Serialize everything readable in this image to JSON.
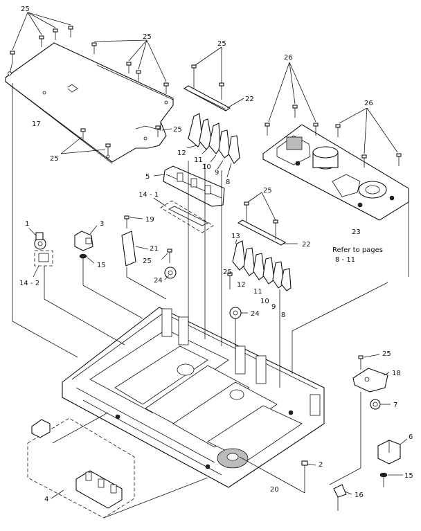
{
  "labels": [
    {
      "id": "l25a",
      "text": "25"
    },
    {
      "id": "l25b",
      "text": "25"
    },
    {
      "id": "l25c",
      "text": "25"
    },
    {
      "id": "l26a",
      "text": "26"
    },
    {
      "id": "l26b",
      "text": "26"
    },
    {
      "id": "l22a",
      "text": "22"
    },
    {
      "id": "l17",
      "text": "17"
    },
    {
      "id": "l25d",
      "text": "25"
    },
    {
      "id": "l25e",
      "text": "25"
    },
    {
      "id": "l12a",
      "text": "12"
    },
    {
      "id": "l11a",
      "text": "11"
    },
    {
      "id": "l10a",
      "text": "10"
    },
    {
      "id": "l9a",
      "text": "9"
    },
    {
      "id": "l8a",
      "text": "8"
    },
    {
      "id": "l5",
      "text": "5"
    },
    {
      "id": "l14_1",
      "text": "14 - 1"
    },
    {
      "id": "l25f",
      "text": "25"
    },
    {
      "id": "l23",
      "text": "23"
    },
    {
      "id": "lrefer1",
      "text": "Refer to pages"
    },
    {
      "id": "lrefer2",
      "text": "8 - 11"
    },
    {
      "id": "l22b",
      "text": "22"
    },
    {
      "id": "l1",
      "text": "1"
    },
    {
      "id": "l3",
      "text": "3"
    },
    {
      "id": "l19",
      "text": "19"
    },
    {
      "id": "l21",
      "text": "21"
    },
    {
      "id": "l15a",
      "text": "15"
    },
    {
      "id": "l14_2",
      "text": "14 - 2"
    },
    {
      "id": "l25g",
      "text": "25"
    },
    {
      "id": "l24a",
      "text": "24"
    },
    {
      "id": "l13",
      "text": "13"
    },
    {
      "id": "l25h",
      "text": "25"
    },
    {
      "id": "l12b",
      "text": "12"
    },
    {
      "id": "l11b",
      "text": "11"
    },
    {
      "id": "l10b",
      "text": "10"
    },
    {
      "id": "l9b",
      "text": "9"
    },
    {
      "id": "l8b",
      "text": "8"
    },
    {
      "id": "l24b",
      "text": "24"
    },
    {
      "id": "l25i",
      "text": "25"
    },
    {
      "id": "l18",
      "text": "18"
    },
    {
      "id": "l7",
      "text": "7"
    },
    {
      "id": "l6",
      "text": "6"
    },
    {
      "id": "l15b",
      "text": "15"
    },
    {
      "id": "l2",
      "text": "2"
    },
    {
      "id": "l20",
      "text": "20"
    },
    {
      "id": "l16",
      "text": "16"
    },
    {
      "id": "l4",
      "text": "4"
    }
  ]
}
